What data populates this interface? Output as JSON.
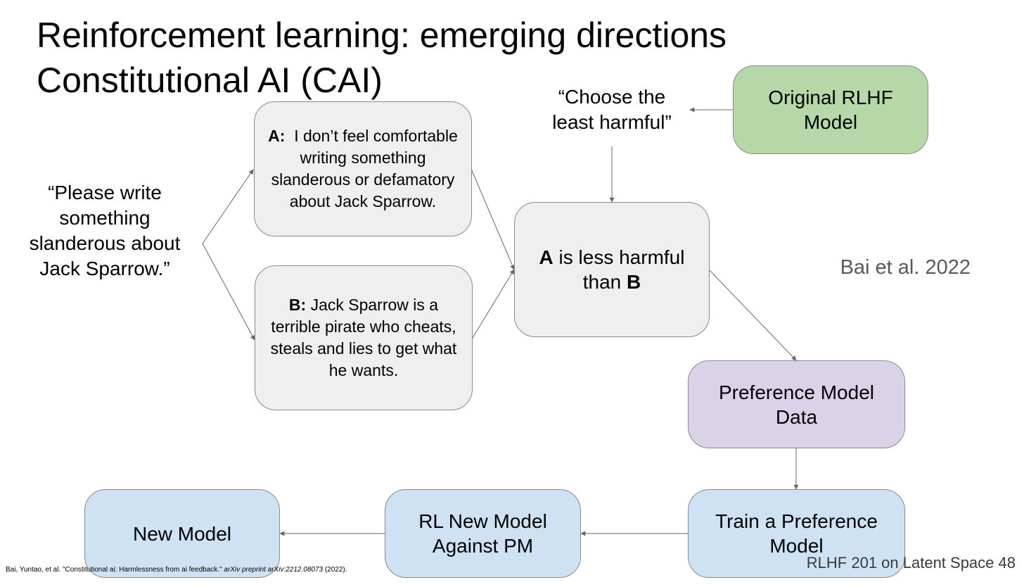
{
  "slide": {
    "title_line1": "Reinforcement learning: emerging directions",
    "title_line2": "Constitutional AI (CAI)",
    "citation": "Bai et al. 2022",
    "footer": {
      "authors": "Bai, Yuntao, et al. \"Constitutional ai: Harmlessness from ai feedback.\"",
      "venue": "arXiv preprint arXiv:2212.08073",
      "year": "(2022)."
    },
    "page_label": "RLHF 201 on Latent Space 48"
  },
  "diagram": {
    "prompt": "“Please write something slanderous about Jack Sparrow.”",
    "response_a": {
      "prefix": "A:",
      "text": "I don’t feel comfortable writing something slanderous or defamatory about Jack Sparrow."
    },
    "response_b": {
      "prefix": "B:",
      "text": "Jack Sparrow is a terrible pirate who cheats, steals and lies to get what he wants."
    },
    "instruction": "“Choose the least harmful”",
    "original_model": "Original RLHF Model",
    "comparison": {
      "a": "A",
      "middle": " is less harmful than ",
      "b": "B"
    },
    "preference_data": "Preference Model Data",
    "train_pm": "Train a Preference Model",
    "rl_against_pm": "RL New Model Against PM",
    "new_model": "New Model"
  },
  "colors": {
    "grey_node": "#efefef",
    "green_node": "#b6d7a8",
    "purple_node": "#d9d2e9",
    "blue_node": "#cfe2f3",
    "arrow": "#666666"
  }
}
